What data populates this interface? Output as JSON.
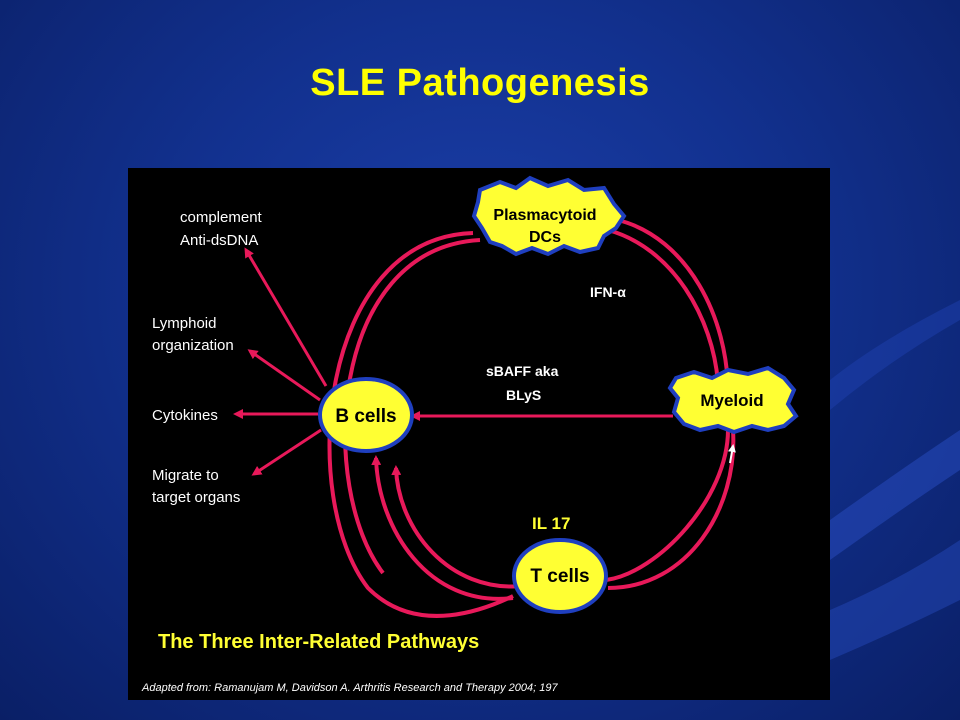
{
  "slide": {
    "title": "SLE Pathogenesis"
  },
  "diagram": {
    "nodes": {
      "plasmacytoid_line1": "Plasmacytoid",
      "plasmacytoid_line2": "DCs",
      "myeloid": "Myeloid",
      "b_cells": "B cells",
      "t_cells": "T cells"
    },
    "pathway_labels": {
      "ifn": "IFN-α",
      "sbaff_line1": "sBAFF aka",
      "sbaff_line2": "BLyS",
      "il17": "IL 17"
    },
    "outputs": {
      "complement_line1": "complement",
      "complement_line2": "Anti-dsDNA",
      "lymphoid_line1": "Lymphoid",
      "lymphoid_line2": "organization",
      "cytokines": "Cytokines",
      "migrate_line1": "Migrate to",
      "migrate_line2": "target organs"
    },
    "caption": "The Three Inter-Related Pathways",
    "citation": "Adapted from: Ramanujam M, Davidson A. Arthritis Research and Therapy 2004; 197"
  },
  "colors": {
    "background": "#12318f",
    "title": "#ffff00",
    "arrow": "#e8195a",
    "node_fill": "#ffff33",
    "node_border": "#1f3fbf"
  }
}
